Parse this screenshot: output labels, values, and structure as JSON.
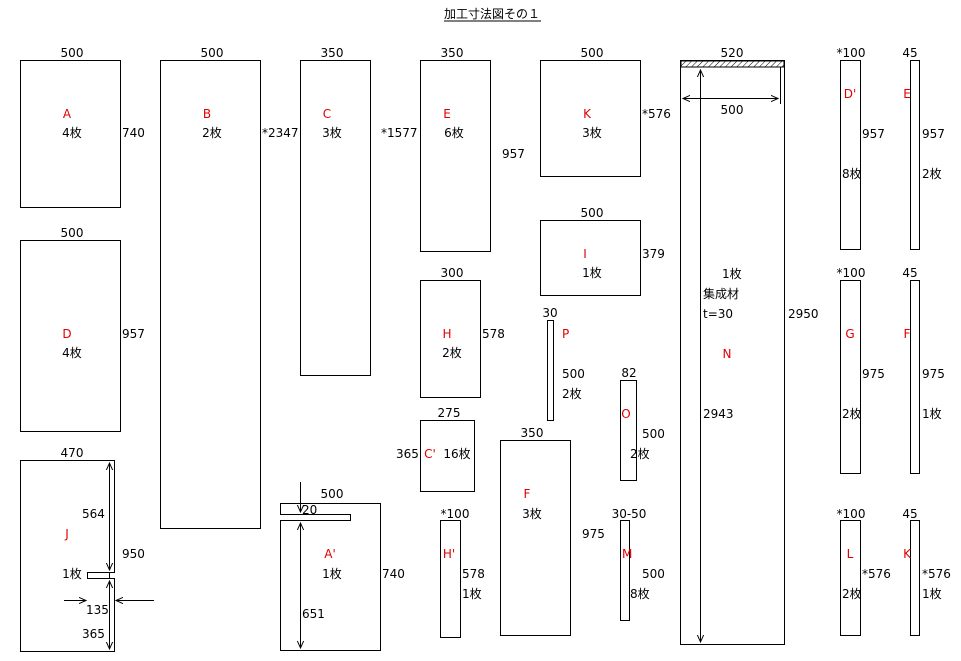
{
  "title": "加工寸法図その１",
  "parts": [
    {
      "id": "A",
      "letter": "A",
      "qty": "4枚",
      "w": "500",
      "h": "740"
    },
    {
      "id": "D",
      "letter": "D",
      "qty": "4枚",
      "w": "500",
      "h": "957"
    },
    {
      "id": "J",
      "letter": "J",
      "qty": "1枚",
      "w": "470",
      "h": "950",
      "d1": "564",
      "d2": "135",
      "d3": "365"
    },
    {
      "id": "B",
      "letter": "B",
      "qty": "2枚",
      "w": "500",
      "h": "*2347"
    },
    {
      "id": "C",
      "letter": "C",
      "qty": "3枚",
      "w": "350",
      "h": "*1577"
    },
    {
      "id": "A2",
      "letter": "A'",
      "qty": "1枚",
      "w": "500",
      "h": "740",
      "d1": "20",
      "d2": "651"
    },
    {
      "id": "E",
      "letter": "E",
      "qty": "6枚",
      "w": "350",
      "h": "957"
    },
    {
      "id": "H",
      "letter": "H",
      "qty": "2枚",
      "w": "300",
      "h": "578"
    },
    {
      "id": "C2",
      "letter": "C'",
      "qty": "16枚",
      "w": "275",
      "h": "365"
    },
    {
      "id": "H2",
      "letter": "H'",
      "qty": "1枚",
      "w": "*100",
      "h": "578"
    },
    {
      "id": "K",
      "letter": "K",
      "qty": "3枚",
      "w": "500",
      "h": "*576"
    },
    {
      "id": "I",
      "letter": "I",
      "qty": "1枚",
      "w": "500",
      "h": "379"
    },
    {
      "id": "P",
      "letter": "P",
      "qty": "2枚",
      "w": "30",
      "h": "500"
    },
    {
      "id": "F",
      "letter": "F",
      "qty": "3枚",
      "w": "350",
      "h": "975"
    },
    {
      "id": "O",
      "letter": "O",
      "qty": "2枚",
      "w": "82",
      "h": "500"
    },
    {
      "id": "M",
      "letter": "M",
      "qty": "8枚",
      "w": "30-50",
      "h": "500"
    },
    {
      "id": "N",
      "letter": "N",
      "qty": "1枚",
      "material": "集成材",
      "thickness": "t=30",
      "w": "520",
      "h": "2950",
      "d1": "500",
      "d2": "2943"
    },
    {
      "id": "D2",
      "letter": "D'",
      "qty": "8枚",
      "w": "*100",
      "h": "957"
    },
    {
      "id": "G",
      "letter": "G",
      "qty": "2枚",
      "w": "*100",
      "h": "975"
    },
    {
      "id": "L",
      "letter": "L",
      "qty": "2枚",
      "w": "*100",
      "h": "*576"
    },
    {
      "id": "E2",
      "letter": "E",
      "qty": "2枚",
      "w": "45",
      "h": "957"
    },
    {
      "id": "F2",
      "letter": "F",
      "qty": "1枚",
      "w": "45",
      "h": "975"
    },
    {
      "id": "K2",
      "letter": "K",
      "qty": "1枚",
      "w": "45",
      "h": "*576"
    }
  ],
  "colors": {
    "outline": "#000000",
    "label": "#e00000",
    "background": "#ffffff"
  }
}
